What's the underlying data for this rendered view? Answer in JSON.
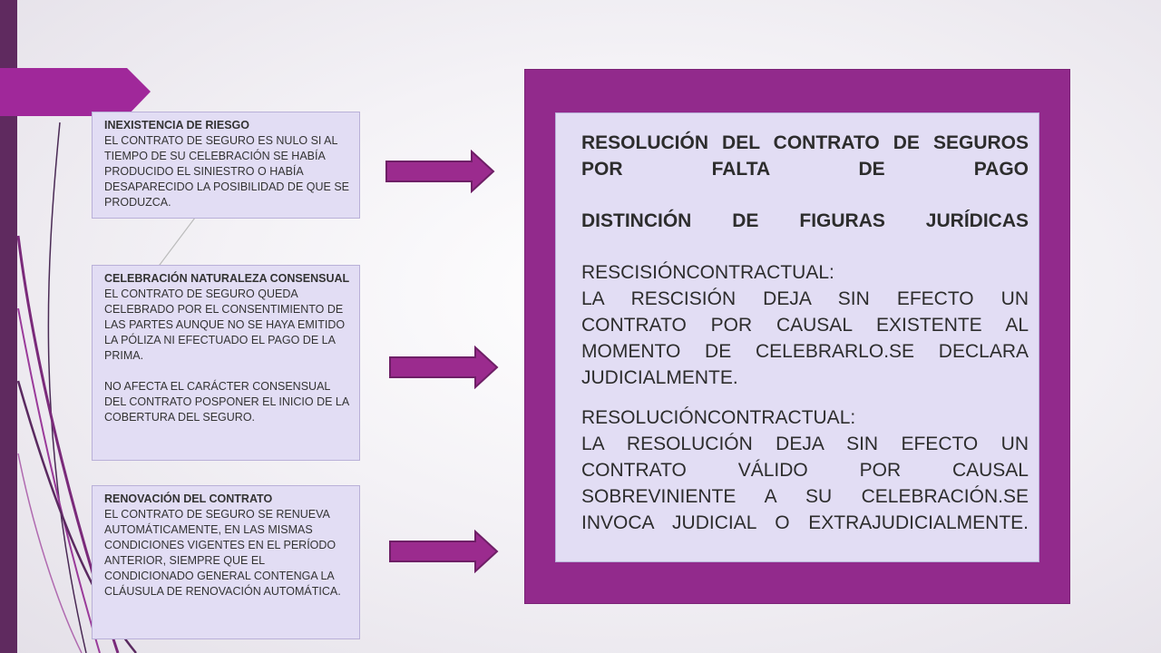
{
  "colors": {
    "accent": "#922a8c",
    "panel": "#e2ddf4",
    "bar": "#5f2a5f",
    "arrow": "#9b2b8e"
  },
  "boxes": [
    {
      "title": "INEXISTENCIA DE RIESGO",
      "body": "EL CONTRATO DE SEGURO ES NULO SI AL TIEMPO DE SU CELEBRACIÓN SE HABÍA PRODUCIDO EL SINIESTRO O HABÍA DESAPARECIDO LA POSIBILIDAD DE QUE SE PRODUZCA."
    },
    {
      "title": "CELEBRACIÓN NATURALEZA CONSENSUAL",
      "body": "EL CONTRATO DE SEGURO QUEDA CELEBRADO POR EL CONSENTIMIENTO DE LAS PARTES AUNQUE NO SE HAYA EMITIDO LA PÓLIZA NI EFECTUADO EL PAGO DE LA PRIMA.",
      "body2": "NO AFECTA EL CARÁCTER CONSENSUAL DEL CONTRATO POSPONER EL INICIO DE LA COBERTURA DEL SEGURO."
    },
    {
      "title": "RENOVACIÓN DEL CONTRATO",
      "body": "EL CONTRATO DE SEGURO SE RENUEVA AUTOMÁTICAMENTE, EN LAS MISMAS CONDICIONES VIGENTES EN EL PERÍODO ANTERIOR, SIEMPRE QUE EL CONDICIONADO GENERAL CONTENGA LA CLÁUSULA DE RENOVACIÓN AUTOMÁTICA."
    }
  ],
  "panel": {
    "title": "RESOLUCIÓN DEL CONTRATO DE SEGUROS POR FALTA DE PAGO",
    "subtitle": "DISTINCIÓN DE FIGURAS JURÍDICAS",
    "rescision_heading": "RESCISIÓNCONTRACTUAL:",
    "rescision_body": "LA RESCISIÓN DEJA SIN EFECTO UN CONTRATO POR CAUSAL EXISTENTE AL MOMENTO DE CELEBRARLO.SE DECLARA JUDICIALMENTE.",
    "resolucion_heading": "RESOLUCIÓNCONTRACTUAL:",
    "resolucion_body": "LA RESOLUCIÓN DEJA SIN EFECTO UN CONTRATO VÁLIDO POR CAUSAL SOBREVINIENTE A SU CELEBRACIÓN.SE INVOCA JUDICIAL O EXTRAJUDICIALMENTE."
  }
}
